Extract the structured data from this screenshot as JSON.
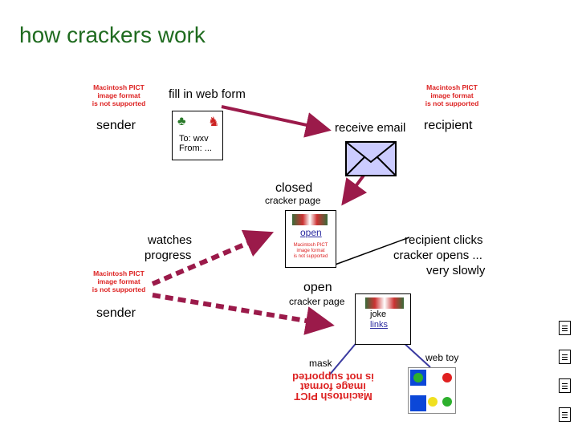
{
  "title": "how crackers work",
  "pict_placeholder": {
    "line1": "Macintosh PICT",
    "line2": "image format",
    "line3": "is not supported"
  },
  "labels": {
    "fill_form": "fill in web form",
    "sender_top": "sender",
    "recipient": "recipient",
    "receive_email": "receive email",
    "form_to": "To: wxv",
    "form_from": "From: ...",
    "closed": "closed",
    "cracker_page_1": "cracker page",
    "open_link": "open",
    "watches_1": "watches",
    "watches_2": "progress",
    "recip_clicks_1": "recipient clicks",
    "recip_clicks_2": "cracker opens ...",
    "recip_clicks_3": "very slowly",
    "open_2": "open",
    "cracker_page_2": "cracker page",
    "sender_bottom": "sender",
    "joke": "joke",
    "links": "links",
    "mask": "mask",
    "web_toy": "web toy"
  },
  "colors": {
    "title": "#1f6b1f",
    "arrow": "#9b1a4a",
    "placeholder": "#dd2222",
    "link": "#2a2aa0"
  },
  "icons": [
    "envelope-icon",
    "gift-icon",
    "cracker-icon",
    "note-icon"
  ]
}
